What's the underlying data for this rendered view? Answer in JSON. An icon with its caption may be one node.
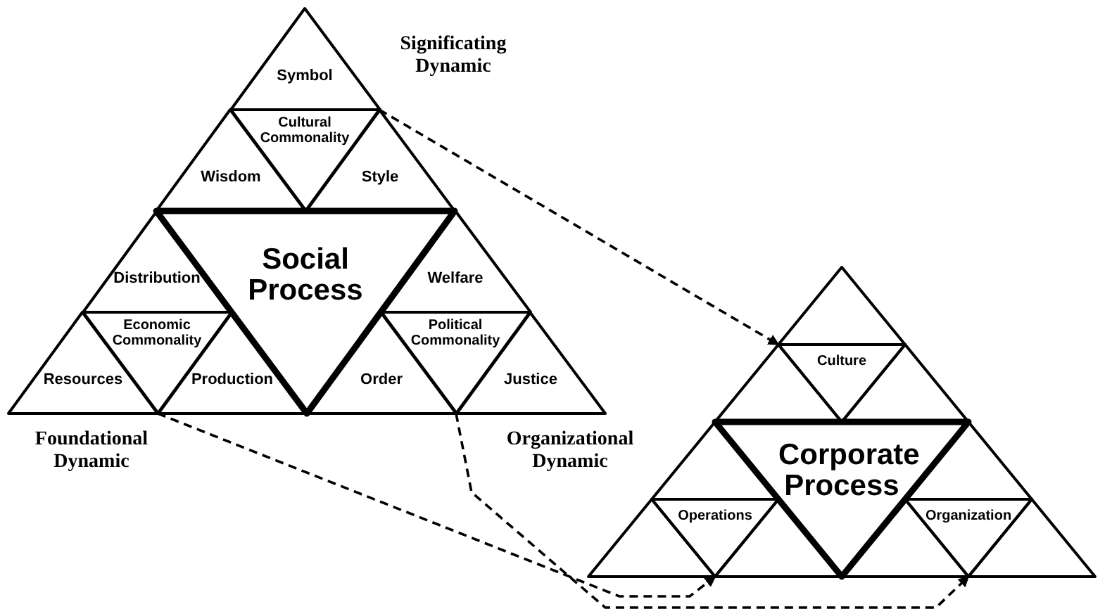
{
  "diagram": {
    "nodes": [
      {
        "text": [
          "Symbol"
        ]
      },
      {
        "text": [
          "Cultural Commonality"
        ]
      },
      {
        "text": [
          "Wisdom"
        ]
      },
      {
        "text": [
          "Style"
        ]
      },
      {
        "text": [
          "Social Process"
        ]
      },
      {
        "text": [
          "Distribution"
        ]
      },
      {
        "text": [
          "Economic Commonality"
        ]
      },
      {
        "text": [
          "Resources"
        ]
      },
      {
        "text": [
          "Production"
        ]
      },
      {
        "text": [
          "Welfare"
        ]
      },
      {
        "text": [
          "Political Commonality"
        ]
      },
      {
        "text": [
          "Order"
        ]
      },
      {
        "text": [
          "Justice"
        ]
      },
      {
        "text": [],
        "shape": "triangle"
      },
      {
        "text": [
          "Culture"
        ]
      },
      {
        "text": [],
        "shape": "triangle"
      },
      {
        "text": [],
        "shape": "triangle"
      },
      {
        "text": [
          "Corporate Process"
        ]
      },
      {
        "text": [],
        "shape": "triangle"
      },
      {
        "text": [
          "Operations"
        ]
      },
      {
        "text": [],
        "shape": "triangle"
      },
      {
        "text": [],
        "shape": "triangle"
      },
      {
        "text": [],
        "shape": "triangle"
      },
      {
        "text": [
          "Organization"
        ]
      },
      {
        "text": [],
        "shape": "triangle"
      },
      {
        "text": [],
        "shape": "triangle"
      }
    ],
    "edges": [
      {
        "from": 1,
        "to": 14,
        "arrow": "to",
        "style": "dashed"
      },
      {
        "from": 6,
        "to": 19,
        "arrow": "to",
        "style": "dashed"
      },
      {
        "from": 10,
        "to": 23,
        "arrow": "to",
        "style": "dashed"
      }
    ],
    "labels": [
      "Significating Dynamic",
      "Foundational Dynamic",
      "Organizational Dynamic"
    ]
  }
}
